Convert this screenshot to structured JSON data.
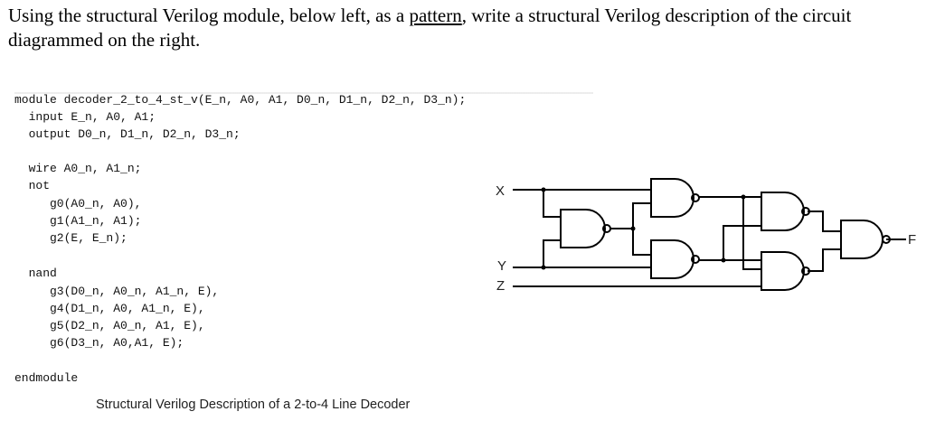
{
  "prompt": {
    "part1": "Using the structural Verilog module, below left, as a ",
    "underlined": "pattern",
    "part2": ", write a structural Verilog description of the circuit diagrammed on the right."
  },
  "code_lines": [
    "module decoder_2_to_4_st_v(E_n, A0, A1, D0_n, D1_n, D2_n, D3_n);",
    "  input E_n, A0, A1;",
    "  output D0_n, D1_n, D2_n, D3_n;",
    "",
    "  wire A0_n, A1_n;",
    "  not",
    "     g0(A0_n, A0),",
    "     g1(A1_n, A1);",
    "     g2(E, E_n);",
    "",
    "",
    "  nand",
    "     g3(D0_n, A0_n, A1_n, E),",
    "     g4(D1_n, A0, A1_n, E),",
    "     g5(D2_n, A0_n, A1, E),",
    "     g6(D3_n, A0,A1, E);",
    "",
    "endmodule"
  ],
  "caption": "Structural Verilog Description of a 2-to-4 Line Decoder",
  "circuit": {
    "input_x": "X",
    "input_y": "Y",
    "input_z": "Z",
    "output_f": "F"
  }
}
